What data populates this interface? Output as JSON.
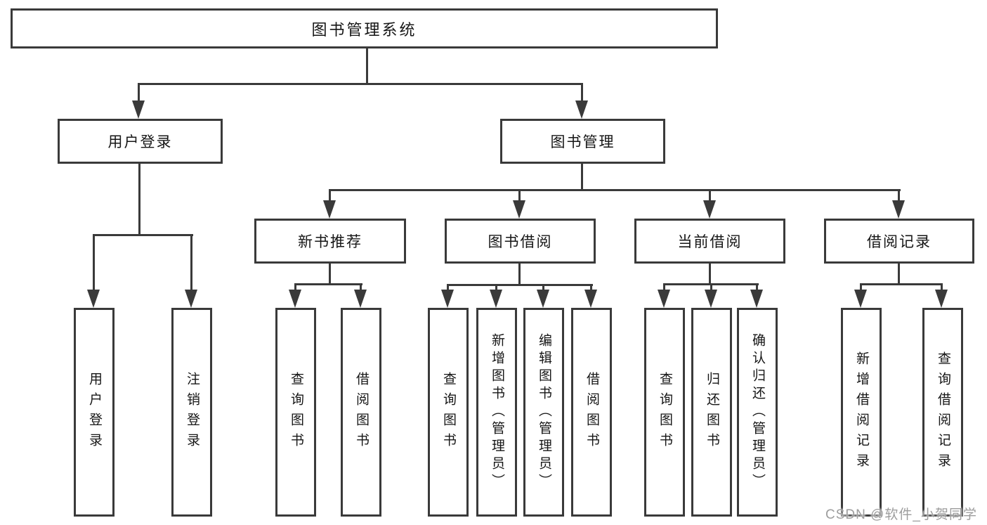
{
  "diagram": {
    "root": {
      "label": "图书管理系统",
      "children": [
        {
          "label": "用户登录",
          "children": [
            {
              "label": "用户登录"
            },
            {
              "label": "注销登录"
            }
          ]
        },
        {
          "label": "图书管理",
          "children": [
            {
              "label": "新书推荐",
              "children": [
                {
                  "label": "查询图书"
                },
                {
                  "label": "借阅图书"
                }
              ]
            },
            {
              "label": "图书借阅",
              "children": [
                {
                  "label": "查询图书"
                },
                {
                  "label": "新增图书（管理员）"
                },
                {
                  "label": "编辑图书（管理员）"
                },
                {
                  "label": "借阅图书"
                }
              ]
            },
            {
              "label": "当前借阅",
              "children": [
                {
                  "label": "查询图书"
                },
                {
                  "label": "归还图书"
                },
                {
                  "label": "确认归还（管理员）"
                }
              ]
            },
            {
              "label": "借阅记录",
              "children": [
                {
                  "label": "新增借阅记录"
                },
                {
                  "label": "查询借阅记录"
                }
              ]
            }
          ]
        }
      ]
    }
  },
  "watermark": "CSDN @软件_小贺同学",
  "colors": {
    "line": "#3a3a3a",
    "text": "#161616",
    "watermark": "#9d9d9d",
    "background": "#ffffff"
  }
}
